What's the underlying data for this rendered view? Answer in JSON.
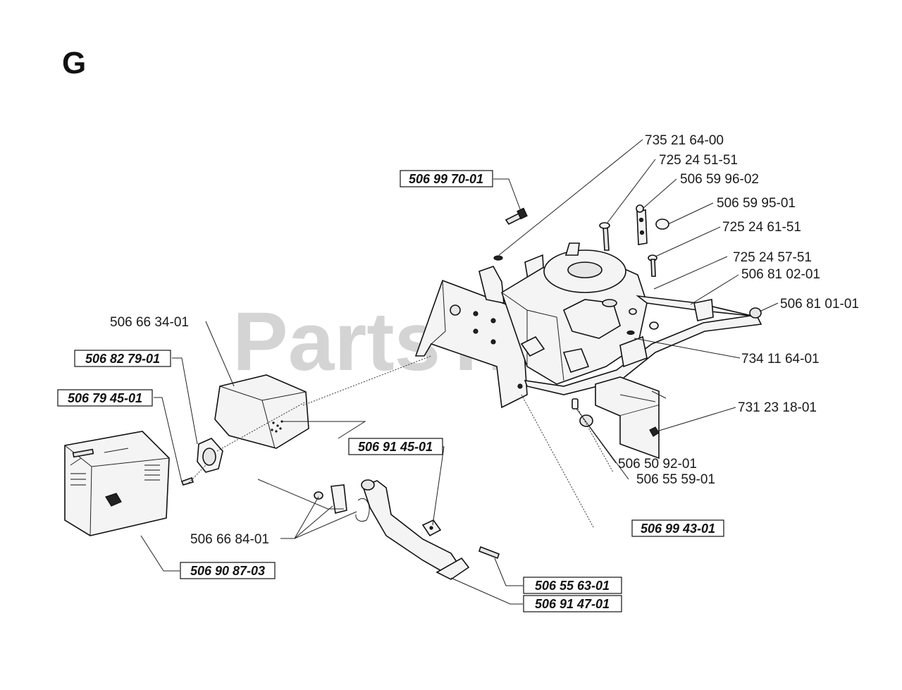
{
  "section": {
    "letter": "G"
  },
  "watermark": {
    "text": "PartsTr"
  },
  "labels": {
    "p735216400": "735 21 64-00",
    "p725245151": "725 24 51-51",
    "p506599602": "506 59 96-02",
    "p506599501": "506 59 95-01",
    "p725246151": "725 24 61-51",
    "p725245751": "725 24 57-51",
    "p506810201": "506 81 02-01",
    "p506810101": "506 81 01-01",
    "p734116401": "734 11 64-01",
    "p731231801": "731 23 18-01",
    "p506509201": "506 50 92-01",
    "p506555901": "506 55 59-01",
    "p506663401": "506 66 34-01",
    "p506668401": "506 66 84-01",
    "b506997001": "506 99 70-01",
    "b506827901": "506 82 79-01",
    "b506794501": "506 79 45-01",
    "b506914501": "506 91 45-01",
    "b506994301": "506 99 43-01",
    "b506908703": "506 90 87-03",
    "b506555631": "506 55 63-01",
    "b506914701": "506 91 47-01"
  }
}
